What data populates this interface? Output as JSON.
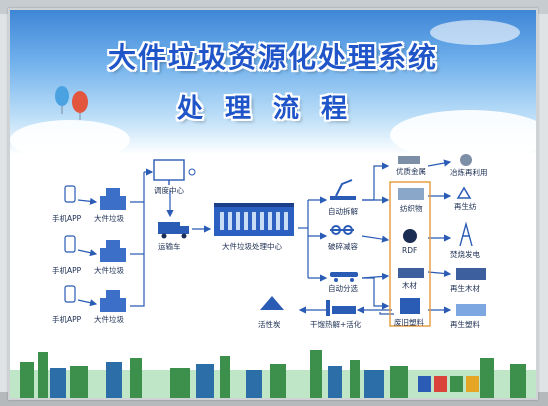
{
  "title": "大件垃圾资源化处理系统",
  "subtitle": "处理流程",
  "source": {
    "app_label": "手机APP",
    "item_label": "大件垃圾"
  },
  "dispatch": {
    "label": "调度中心"
  },
  "transport": {
    "label": "运输车"
  },
  "center": {
    "label": "大件垃圾处理中心"
  },
  "processes": {
    "dismantle": "自动拆解",
    "crush": "破碎减容",
    "sort": "自动分选",
    "pyrolysis": "干馏热解+活化"
  },
  "materials": {
    "textile": "纺织物",
    "rdf": "RDF",
    "wood": "木材",
    "plastic": "废旧塑料",
    "carbon": "活性炭"
  },
  "outputs": {
    "metal": "优质金属",
    "metal_use": "冶炼再利用",
    "recycled_fiber": "再生纺",
    "power": "焚烧发电",
    "recycled_wood": "再生木材",
    "recycled_plastic": "再生塑料"
  },
  "colors": {
    "title_blue": "#1f55c8",
    "line_blue": "#2a5bb5",
    "box_orange": "#e59a3a",
    "city_green": "#3d8f4c"
  }
}
